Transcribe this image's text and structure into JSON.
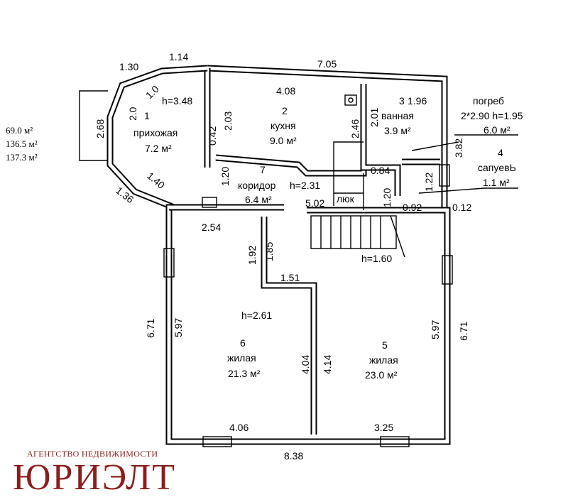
{
  "totals": [
    "69.0 м²",
    "136.5 м²",
    "137.3 м²"
  ],
  "rooms": [
    {
      "num": "1",
      "name": "прихожая",
      "area": "7.2 м²",
      "height": "h=3.48"
    },
    {
      "num": "2",
      "name": "кухня",
      "area": "9.0 м²"
    },
    {
      "num": "3",
      "name": "ванная",
      "area": "3.9 м²"
    },
    {
      "num": "4",
      "name": "сапуeвЬ",
      "area": "1.1 м²"
    },
    {
      "num": "5",
      "name": "жилая",
      "area": "23.0 м²"
    },
    {
      "num": "6",
      "name": "жилая",
      "area": "21.3 м²",
      "height": "h=2.61"
    },
    {
      "num": "7",
      "name": "коридор",
      "height": "h=2.31",
      "area": "6.4 м²"
    }
  ],
  "cellar": {
    "name": "погреб",
    "dims": "2*2.90 h=1.95",
    "area": "6.0 м²"
  },
  "hatch": "люк",
  "stairs_height": "h=1.60",
  "dimensions": {
    "d130": "1.30",
    "d114": "1.14",
    "d705": "7.05",
    "d408": "4.08",
    "d196": "1.96",
    "d10": "1.0",
    "d20": "2.0",
    "d268": "2.68",
    "d203": "2.03",
    "d042": "0.42",
    "d201": "2.01",
    "d246": "2.46",
    "d382": "3.82",
    "d140": "1.40",
    "d136": "1.36",
    "d120a": "1.20",
    "d084": "0.84",
    "d122": "1.22",
    "d120b": "1.20",
    "d502": "5.02",
    "d092": "0.92",
    "d012": "0.12",
    "d254": "2.54",
    "d192": "1.92",
    "d185": "1.85",
    "d151": "1.51",
    "d671a": "6.71",
    "d597a": "5.97",
    "d404": "4.04",
    "d414": "4.14",
    "d597b": "5.97",
    "d671b": "6.71",
    "d406": "4.06",
    "d325": "3.25",
    "d838": "8.38"
  },
  "brand": {
    "tagline": "АГЕНТСТВО НЕДВИЖИМОСТИ",
    "name": "ЮРИЭЛТ"
  }
}
